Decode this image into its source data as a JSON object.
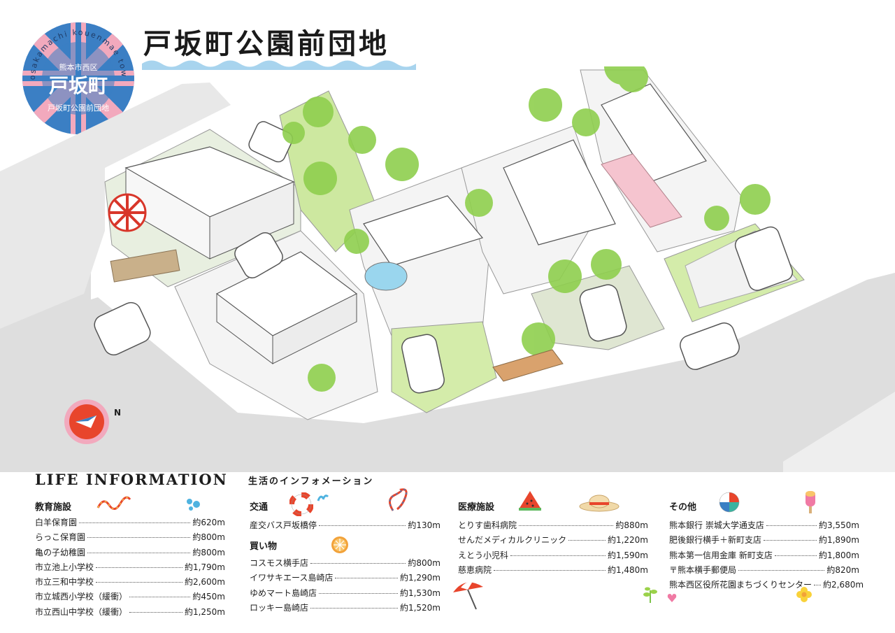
{
  "title": "戸坂町公園前団地",
  "badge": {
    "arc_text": "tosakamachi kouenmae town",
    "district": "熊本市西区",
    "name": "戸坂町",
    "sub": "戸坂町公園前団地"
  },
  "life": {
    "title": "LIFE INFORMATION",
    "subtitle": "生活のインフォメーション",
    "education": {
      "label": "教育施設",
      "items": [
        {
          "name": "白羊保育園",
          "value": "約620m"
        },
        {
          "name": "らっこ保育園",
          "value": "約800m"
        },
        {
          "name": "亀の子幼稚園",
          "value": "約800m"
        },
        {
          "name": "市立池上小学校",
          "value": "約1,790m"
        },
        {
          "name": "市立三和中学校",
          "value": "約2,600m"
        },
        {
          "name": "市立城西小学校（緩衝）",
          "value": "約450m"
        },
        {
          "name": "市立西山中学校（緩衝）",
          "value": "約1,250m"
        }
      ]
    },
    "transport": {
      "label": "交通",
      "items": [
        {
          "name": "産交バス戸坂橋停",
          "value": "約130m"
        }
      ]
    },
    "shopping": {
      "label": "買い物",
      "items": [
        {
          "name": "コスモス横手店",
          "value": "約800m"
        },
        {
          "name": "イワサキエース島崎店",
          "value": "約1,290m"
        },
        {
          "name": "ゆめマート島崎店",
          "value": "約1,530m"
        },
        {
          "name": "ロッキー島崎店",
          "value": "約1,520m"
        }
      ]
    },
    "medical": {
      "label": "医療施設",
      "items": [
        {
          "name": "とりす歯科病院",
          "value": "約880m"
        },
        {
          "name": "せんだメディカルクリニック",
          "value": "約1,220m"
        },
        {
          "name": "えとう小児科",
          "value": "約1,590m"
        },
        {
          "name": "慈恵病院",
          "value": "約1,480m"
        }
      ]
    },
    "other": {
      "label": "その他",
      "items": [
        {
          "name": "熊本銀行 崇城大学通支店",
          "value": "約3,550m"
        },
        {
          "name": "肥後銀行横手＋新町支店",
          "value": "約1,890m"
        },
        {
          "name": "熊本第一信用金庫 新町支店",
          "value": "約1,800m"
        },
        {
          "name": "〒熊本横手郵便局",
          "value": "約820m"
        },
        {
          "name": "熊本西区役所花園まちづくりセンター",
          "value": "約2,680m"
        }
      ]
    }
  },
  "compass_label": "N",
  "icons": {
    "education": [
      "jump-rope-icon",
      "water-drops-icon"
    ],
    "transport": [
      "swim-ring-icon",
      "water-splash-icon",
      "jump-rope-icon"
    ],
    "shopping": [
      "orange-slice-icon",
      "beach-umbrella-icon"
    ],
    "medical": [
      "watermelon-icon",
      "straw-hat-icon"
    ],
    "other": [
      "beach-ball-icon",
      "ice-pop-icon",
      "leaf-sprout-icon",
      "heart-icon",
      "flower-icon"
    ]
  },
  "colors": {
    "badge_blue": "#3b7fc4",
    "badge_pink": "#f2a9bd",
    "wave_blue": "#a8d4ee",
    "grass": "#9bd24a",
    "road": "#dcdcdc",
    "compass_red": "#e8452c"
  }
}
